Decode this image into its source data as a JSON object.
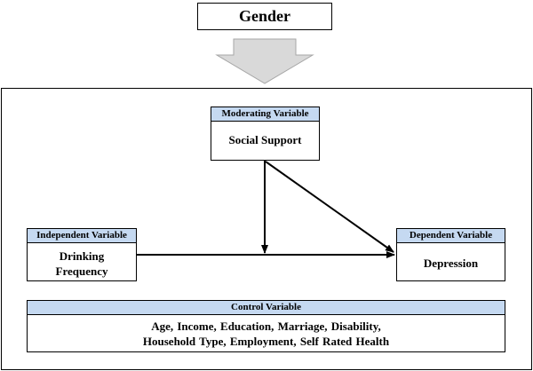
{
  "gender": "Gender",
  "moderating": {
    "header": "Moderating Variable",
    "content": "Social Support"
  },
  "independent": {
    "header": "Independent Variable",
    "content": "Drinking\nFrequency"
  },
  "dependent": {
    "header": "Dependent Variable",
    "content": "Depression"
  },
  "control": {
    "header": "Control Variable",
    "content": "Age,  Income,  Education,  Marriage,  Disability,\nHousehold Type,  Employment,  Self Rated Health"
  },
  "colors": {
    "header_fill": "#c5d9f1",
    "arrow_fill": "#d9d9d9",
    "line": "#000000"
  }
}
